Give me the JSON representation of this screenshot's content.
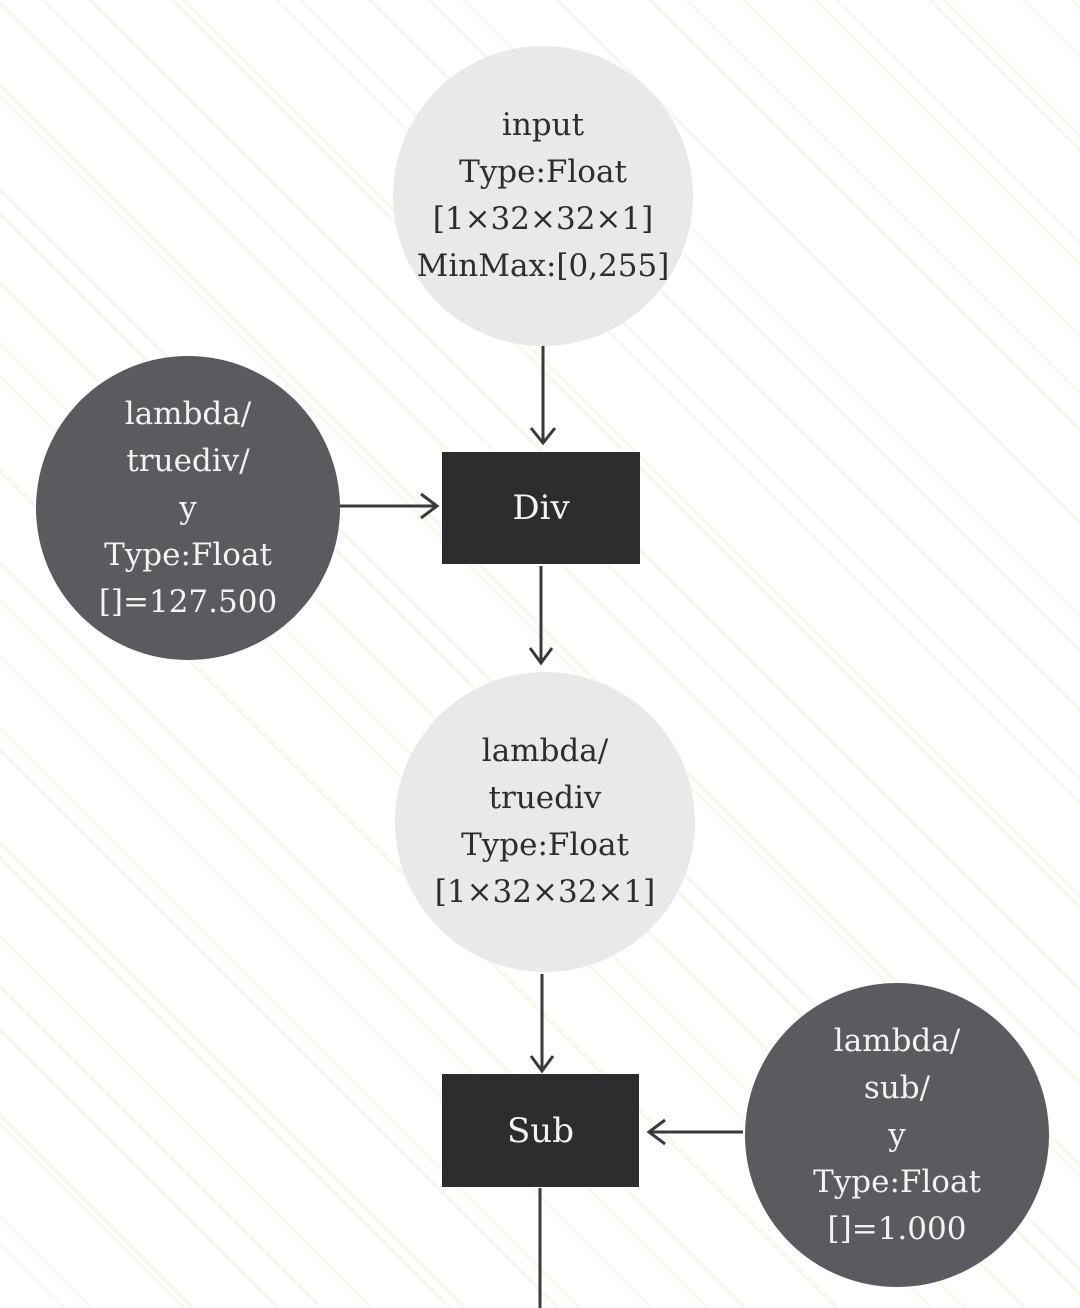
{
  "colors": {
    "background": "#ffffff",
    "light_node": "#e9e9e9",
    "dark_node": "#5a5a5f",
    "op_box": "#2d2d2f",
    "arrow": "#3a3a3c",
    "light_text": "#2d2d2d",
    "dark_text": "#f3f3f3",
    "texture": "#f6eed6"
  },
  "nodes": {
    "input": {
      "lines": [
        "input",
        "Type:Float",
        "[1×32×32×1]",
        "MinMax:[0,255]"
      ]
    },
    "truediv_y": {
      "lines": [
        "lambda/",
        "truediv/",
        "y",
        "Type:Float",
        "[]=127.500"
      ]
    },
    "div": {
      "label": "Div"
    },
    "truediv": {
      "lines": [
        "lambda/",
        "truediv",
        "Type:Float",
        "[1×32×32×1]"
      ]
    },
    "sub": {
      "label": "Sub"
    },
    "sub_y": {
      "lines": [
        "lambda/",
        "sub/",
        "y",
        "Type:Float",
        "[]=1.000"
      ]
    }
  },
  "edges": [
    {
      "from": "input",
      "to": "Div"
    },
    {
      "from": "lambda/truediv/y",
      "to": "Div"
    },
    {
      "from": "Div",
      "to": "lambda/truediv"
    },
    {
      "from": "lambda/truediv",
      "to": "Sub"
    },
    {
      "from": "lambda/sub/y",
      "to": "Sub"
    },
    {
      "from": "Sub",
      "to": "bottom-edge-continuation"
    }
  ]
}
